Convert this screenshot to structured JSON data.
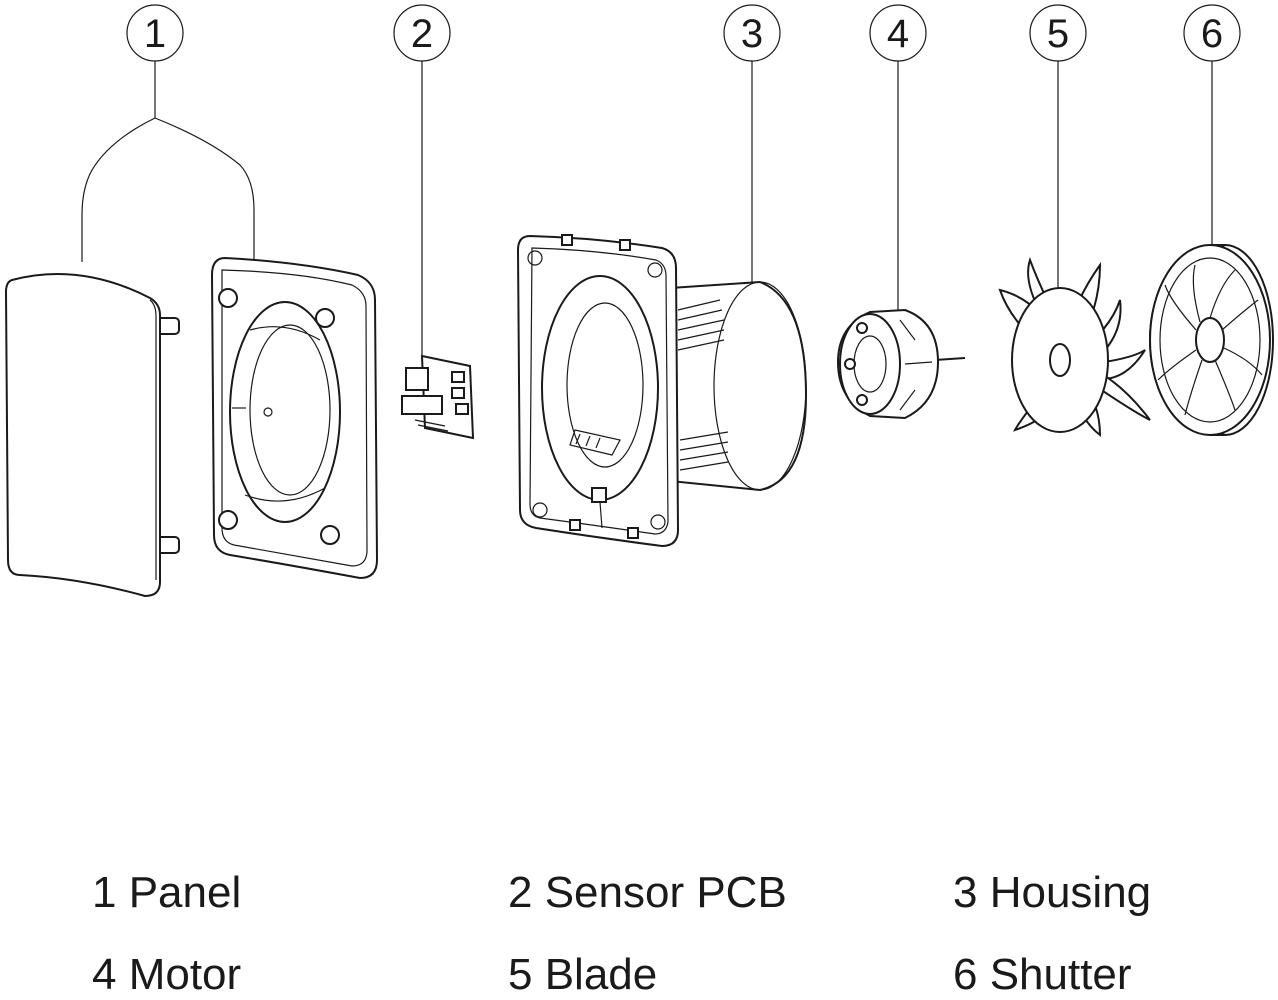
{
  "parts": [
    {
      "number": "1",
      "name": "Panel"
    },
    {
      "number": "2",
      "name": "Sensor PCB"
    },
    {
      "number": "3",
      "name": "Housing"
    },
    {
      "number": "4",
      "name": "Motor"
    },
    {
      "number": "5",
      "name": "Blade"
    },
    {
      "number": "6",
      "name": "Shutter"
    }
  ],
  "legend": [
    "1 Panel",
    "2 Sensor PCB",
    "3 Housing",
    "4 Motor",
    "5 Blade",
    "6 Shutter"
  ]
}
